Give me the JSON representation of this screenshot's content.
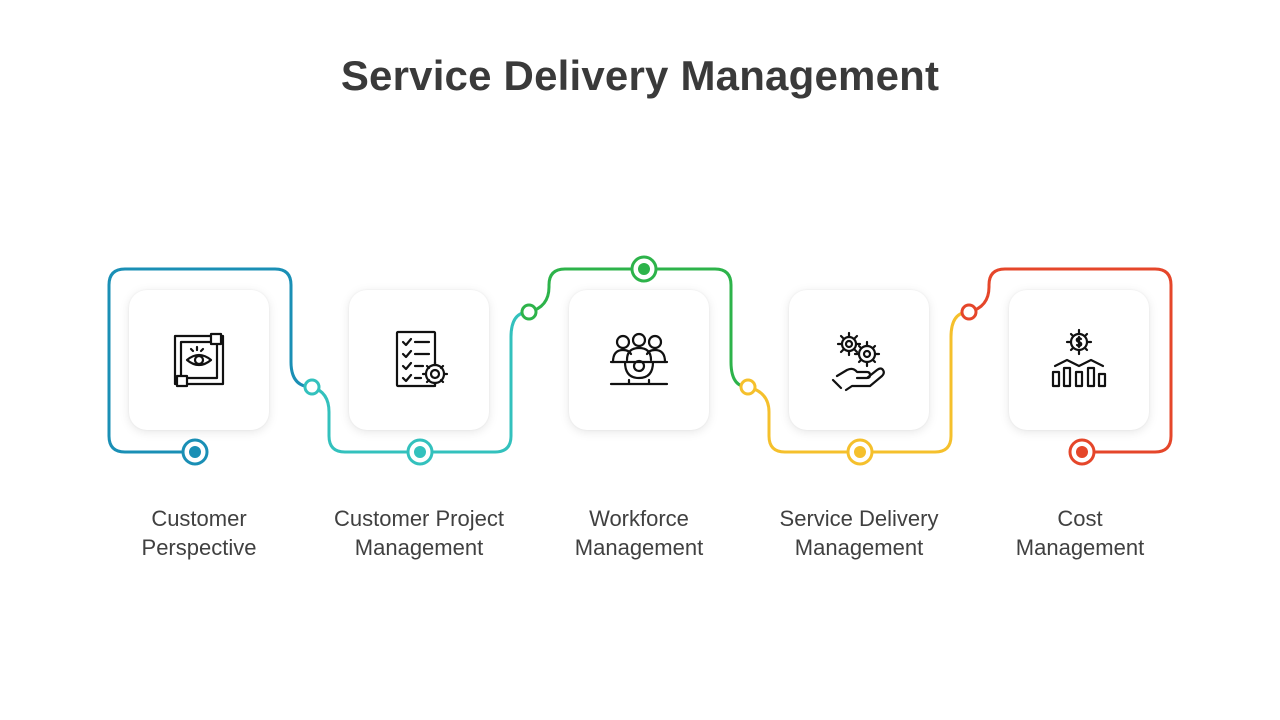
{
  "title": "Service Delivery Management",
  "colors": {
    "blue": "#1a8fb5",
    "teal": "#33c1bd",
    "green": "#2db34a",
    "yellow": "#f5c02c",
    "red": "#e5462a",
    "text": "#404040",
    "title": "#3a3a3a"
  },
  "steps": [
    {
      "line1": "Customer",
      "line2": "Perspective",
      "icon": "customer-perspective-icon",
      "color": "#1a8fb5"
    },
    {
      "line1": "Customer Project",
      "line2": "Management",
      "icon": "checklist-gear-icon",
      "color": "#33c1bd"
    },
    {
      "line1": "Workforce",
      "line2": "Management",
      "icon": "team-gear-icon",
      "color": "#2db34a"
    },
    {
      "line1": "Service Delivery",
      "line2": "Management",
      "icon": "hand-gears-icon",
      "color": "#f5c02c"
    },
    {
      "line1": "Cost",
      "line2": "Management",
      "icon": "cost-chart-icon",
      "color": "#e5462a"
    }
  ]
}
